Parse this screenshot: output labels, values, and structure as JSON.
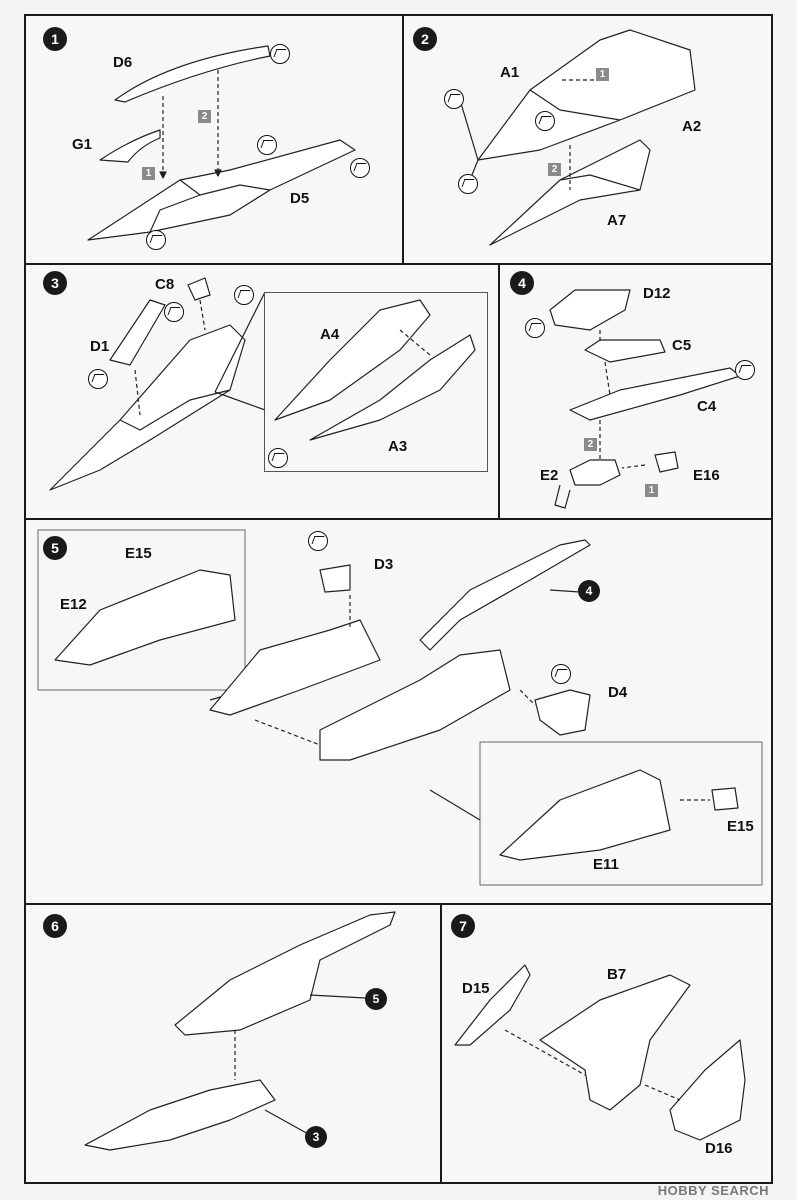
{
  "steps": [
    {
      "number": "1",
      "parts": [
        "D6",
        "G1",
        "D5"
      ],
      "order": [
        "1",
        "2"
      ]
    },
    {
      "number": "2",
      "parts": [
        "A1",
        "A2",
        "A7"
      ],
      "order": [
        "1",
        "2"
      ]
    },
    {
      "number": "3",
      "parts": [
        "C8",
        "D1",
        "A4",
        "A3"
      ]
    },
    {
      "number": "4",
      "parts": [
        "D12",
        "C5",
        "C4",
        "E2",
        "E16"
      ],
      "order": [
        "2",
        "1"
      ]
    },
    {
      "number": "5",
      "parts": [
        "E15",
        "E12",
        "D3",
        "D4",
        "E15",
        "E11"
      ],
      "ref": "4"
    },
    {
      "number": "6",
      "ref": [
        "5",
        "3"
      ]
    },
    {
      "number": "7",
      "parts": [
        "D15",
        "B7",
        "D16"
      ]
    }
  ],
  "watermark": "HOBBY SEARCH"
}
